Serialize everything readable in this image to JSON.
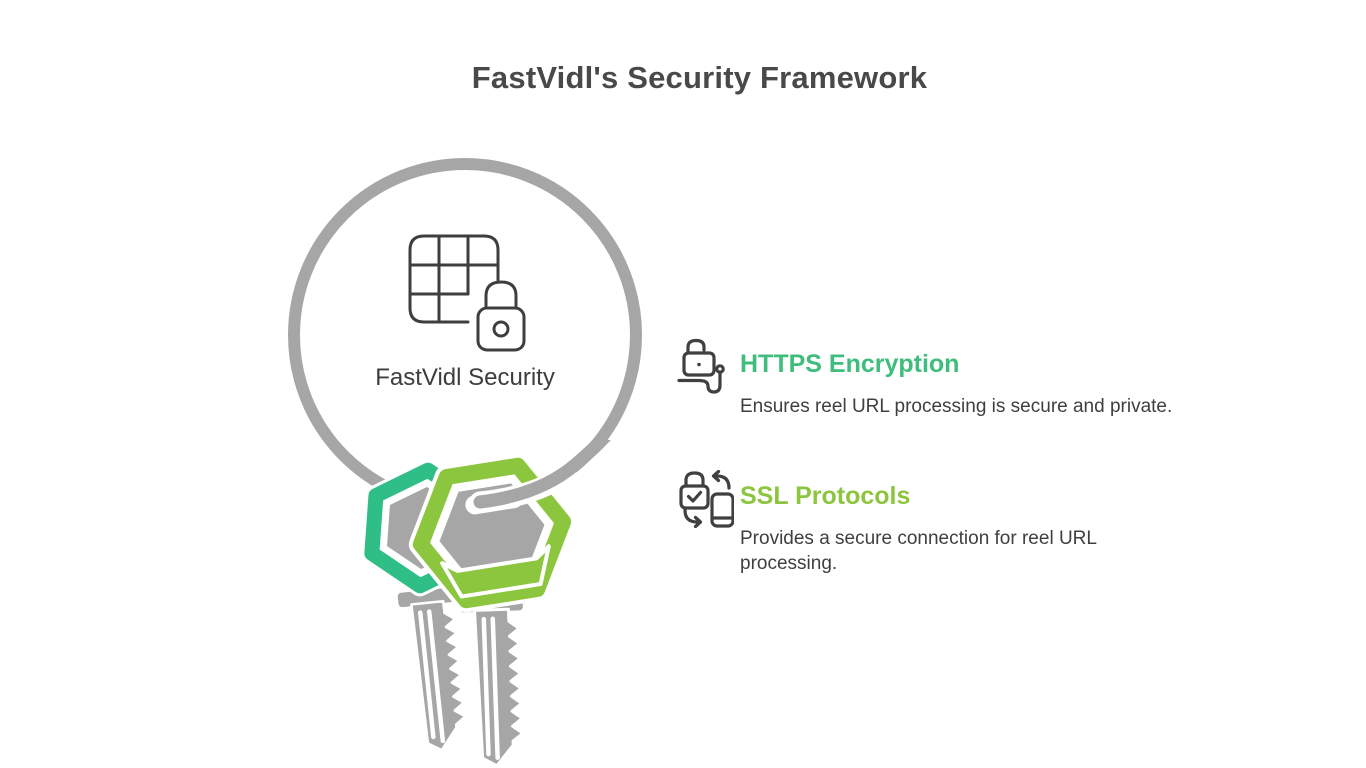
{
  "page": {
    "title": "FastVidl's Security Framework",
    "background_color": "#ffffff"
  },
  "hub": {
    "label": "FastVidl Security",
    "icon": "grid-lock-icon",
    "ring_color": "#a6a6a6",
    "key_ring_graphic": {
      "description_icon": "keys-on-ring-graphic",
      "teal_key_color": "#2fbe85",
      "lime_key_color": "#8cc63f",
      "key_metal_color": "#a6a6a6"
    }
  },
  "features": [
    {
      "icon": "unlocked-padlock-cable-icon",
      "title": "HTTPS Encryption",
      "title_color": "#3ebd7d",
      "description": "Ensures reel URL processing is secure and private."
    },
    {
      "icon": "padlock-device-sync-icon",
      "title": "SSL Protocols",
      "title_color": "#8cc63f",
      "description": "Provides a secure connection for reel URL processing."
    }
  ]
}
